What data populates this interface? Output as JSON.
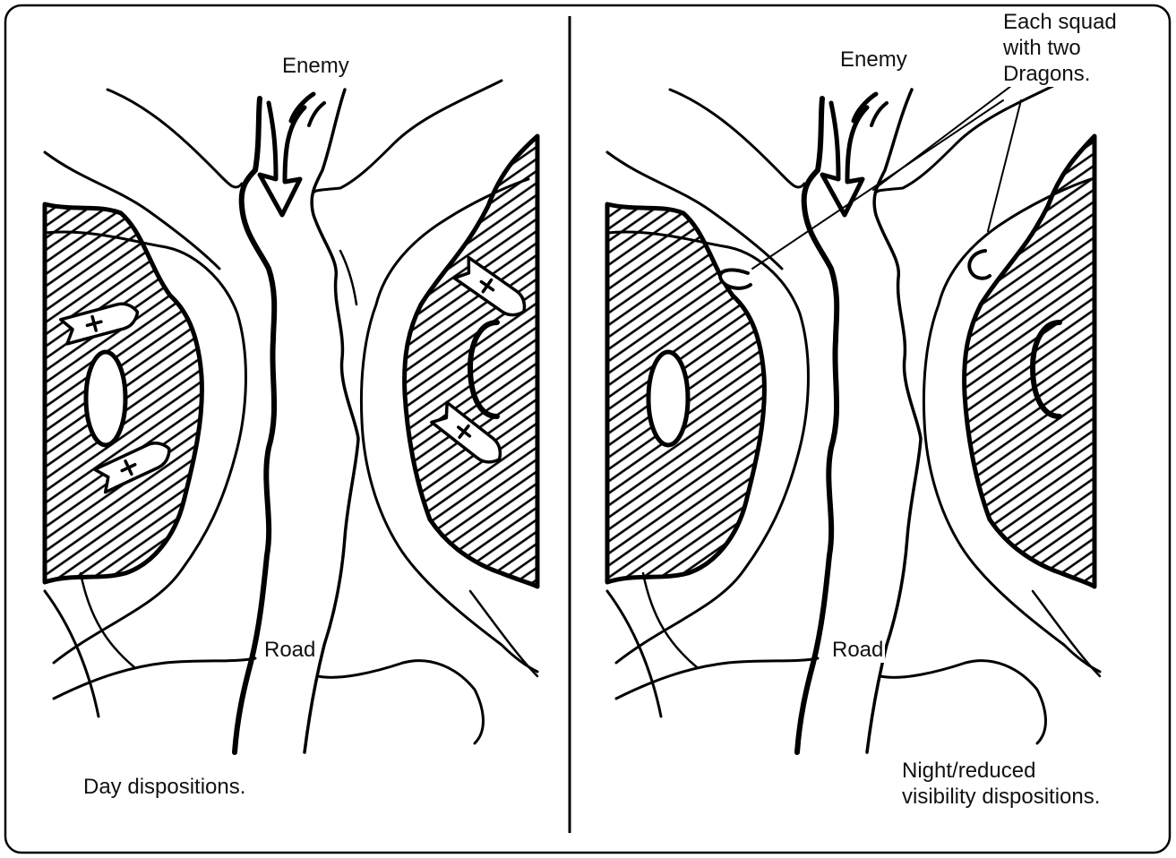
{
  "left_panel": {
    "enemy_label": "Enemy",
    "road_label": "Road",
    "caption": "Day dispositions."
  },
  "right_panel": {
    "enemy_label": "Enemy",
    "road_label": "Road",
    "callout_lines": [
      "Each squad",
      "with two",
      "Dragons."
    ],
    "caption_lines": [
      "Night/reduced",
      "visibility dispositions."
    ]
  }
}
